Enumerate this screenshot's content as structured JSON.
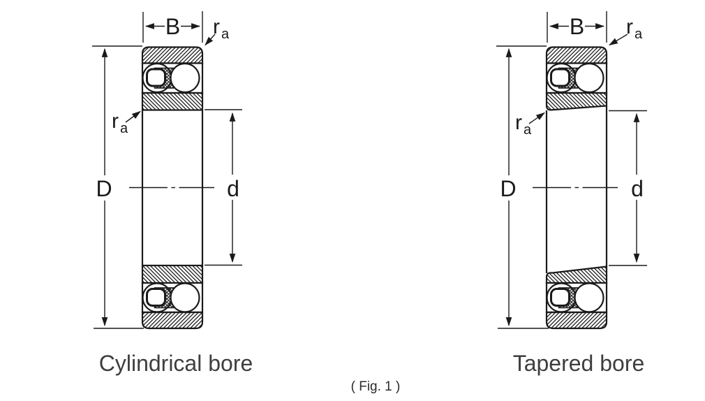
{
  "figure": {
    "caption": "( Fig. 1 )",
    "diagrams": [
      {
        "name": "Cylindrical bore",
        "labels": {
          "width": "B",
          "outer_diameter": "D",
          "bore_diameter": "d",
          "chamfer": "r",
          "chamfer_sub": "a"
        }
      },
      {
        "name": "Tapered bore",
        "labels": {
          "width": "B",
          "outer_diameter": "D",
          "bore_diameter": "d",
          "chamfer": "r",
          "chamfer_sub": "a"
        }
      }
    ]
  },
  "colors": {
    "line": "#1a1a1a",
    "dimension_text": "#1a1a1a",
    "caption_text": "#3e3e3e",
    "background": "#ffffff"
  }
}
